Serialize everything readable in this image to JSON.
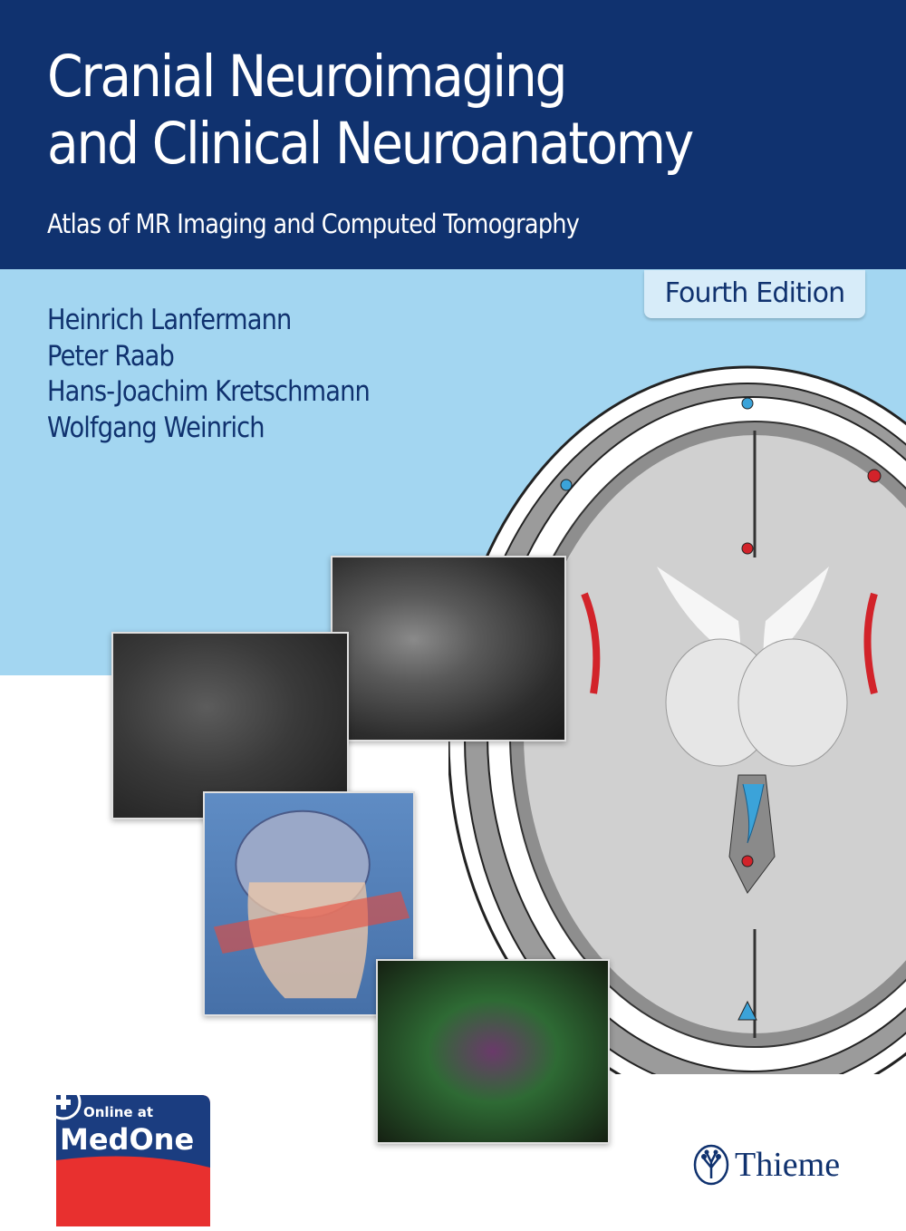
{
  "cover": {
    "title_line1": "Cranial Neuroimaging",
    "title_line2": "and Clinical Neuroanatomy",
    "subtitle": "Atlas of MR Imaging and Computed Tomography",
    "edition": "Fourth Edition",
    "authors": [
      "Heinrich Lanfermann",
      "Peter Raab",
      "Hans-Joachim Kretschmann",
      "Wolfgang Weinrich"
    ],
    "badge": {
      "line1": "Online at",
      "line2": "MedOne"
    },
    "publisher": "Thieme",
    "colors": {
      "navy": "#10326f",
      "light_blue": "#a3d6f1",
      "red": "#e8302f"
    }
  }
}
